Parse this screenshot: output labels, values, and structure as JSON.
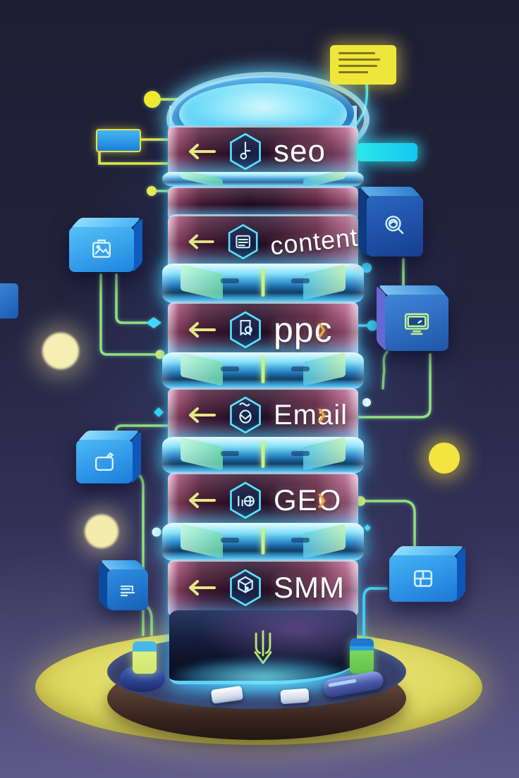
{
  "scene": {
    "type": "3d-illustration",
    "subject": "digital marketing stack tower"
  },
  "tower": {
    "layers": [
      {
        "label": "seo",
        "badge_icon": "key-hex-icon",
        "arrow": "left"
      },
      {
        "label": "content",
        "badge_icon": "document-hex-icon",
        "arrow": "left"
      },
      {
        "label": "ppc",
        "badge_icon": "receipt-coin-hex-icon",
        "arrow": "left",
        "side_marker": "❯"
      },
      {
        "label": "Email",
        "badge_icon": "envelope-hex-icon",
        "arrow": "left",
        "side_marker": "❯"
      },
      {
        "label": "GEO",
        "badge_icon": "analytics-globe-hex-icon",
        "arrow": "left",
        "side_marker": "❯"
      },
      {
        "label": "SMM",
        "badge_icon": "network-cube-hex-icon",
        "arrow": "left"
      }
    ],
    "base_emblem": "trident-shield-icon"
  },
  "floating_cubes": {
    "left": [
      {
        "icon": "clipboard-image-icon"
      },
      {
        "icon": "chat-pen-icon"
      },
      {
        "icon": "list-lines-icon"
      }
    ],
    "right": [
      {
        "icon": "search-radar-icon"
      },
      {
        "icon": "monitor-icon"
      },
      {
        "icon": "grid-gallery-icon"
      }
    ]
  },
  "sticky_note": {
    "icon": "note",
    "text_lines": 4
  },
  "colors": {
    "background_top": "#1d1d33",
    "background_bottom": "#5b5583",
    "accent_cyan": "#3fd9ff",
    "accent_yellow": "#efe63c",
    "band_maroon": "#57203f",
    "arrow_green": "#e3e886",
    "neon_green": "#b9e86e",
    "cube_blue": "#2196f3",
    "label_text": "#ffffff",
    "floor_yellow": "#e0da62"
  }
}
